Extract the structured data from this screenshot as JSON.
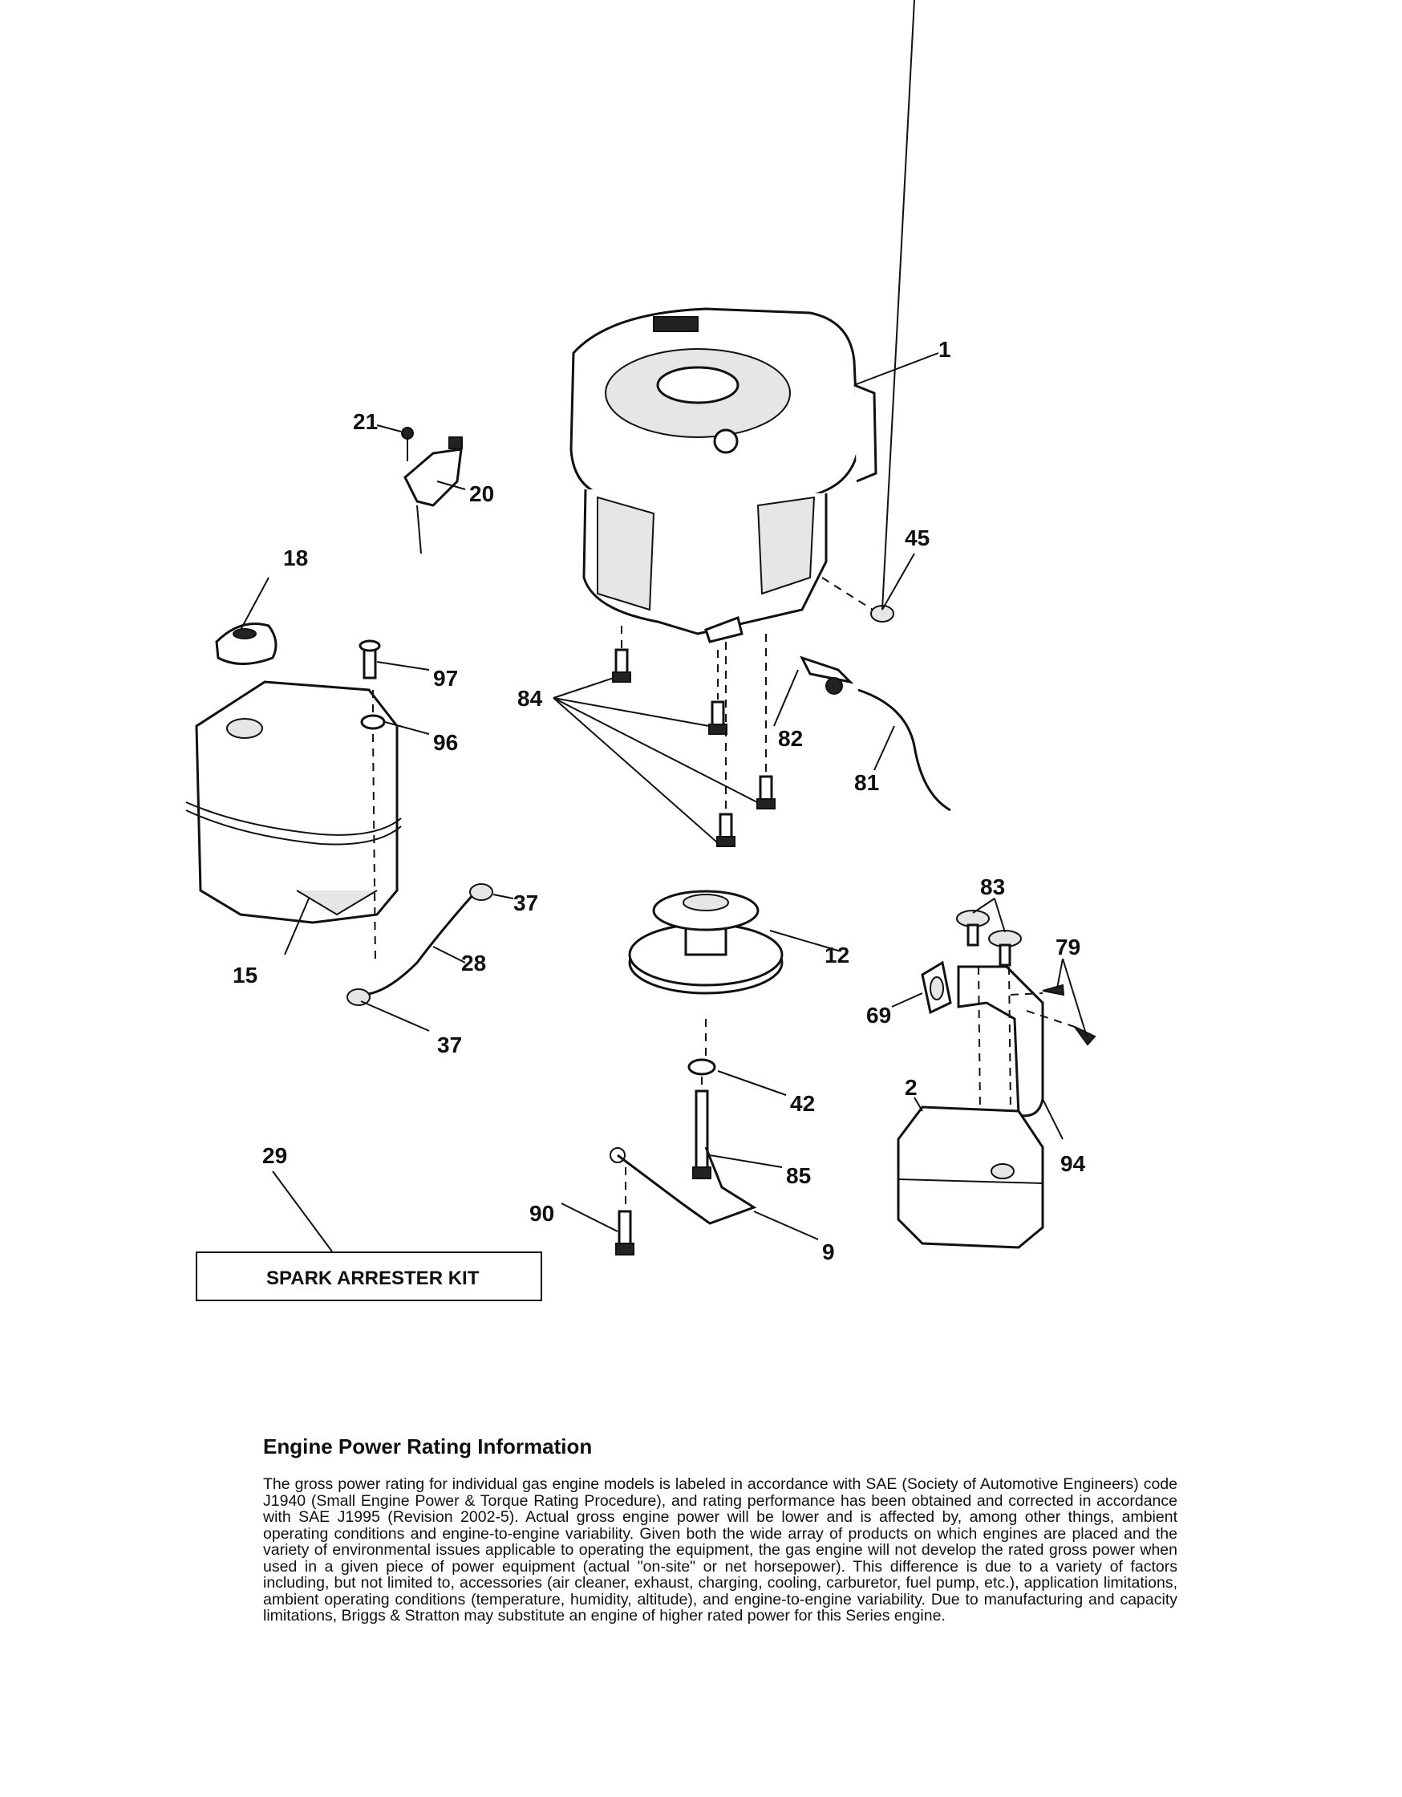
{
  "callouts": {
    "c1": "1",
    "c2": "2",
    "c9": "9",
    "c12": "12",
    "c15": "15",
    "c18": "18",
    "c20": "20",
    "c21": "21",
    "c28": "28",
    "c29": "29",
    "c37a": "37",
    "c37b": "37",
    "c42": "42",
    "c45": "45",
    "c69": "69",
    "c79": "79",
    "c81": "81",
    "c82": "82",
    "c83": "83",
    "c84": "84",
    "c85": "85",
    "c90": "90",
    "c94": "94",
    "c96": "96",
    "c97": "97"
  },
  "kit": {
    "label": "SPARK ARRESTER KIT"
  },
  "info": {
    "heading": "Engine Power Rating Information",
    "body": "The gross power rating for individual gas engine models is labeled in accordance with SAE (Society of Automotive Engineers) code J1940 (Small Engine Power & Torque Rating Procedure), and rating performance has been obtained and corrected in accordance with SAE J1995 (Revision 2002-5). Actual gross engine power will be lower and is affected by, among other things, ambient operating conditions and engine-to-engine variability. Given both the wide array of products on which engines are placed and the variety of environmental issues applicable to operating the equipment, the gas engine will not develop the rated gross power when used in a given piece of power equipment (actual \"on-site\" or net horsepower). This difference is due to a variety of factors including, but not limited to, accessories (air cleaner, exhaust, charging, cooling, carburetor, fuel pump, etc.), application limitations, ambient operating conditions (temperature, humidity, altitude), and engine-to-engine variability. Due to manufacturing and capacity limitations, Briggs & Stratton may substitute an engine of higher rated power for this Series engine."
  }
}
